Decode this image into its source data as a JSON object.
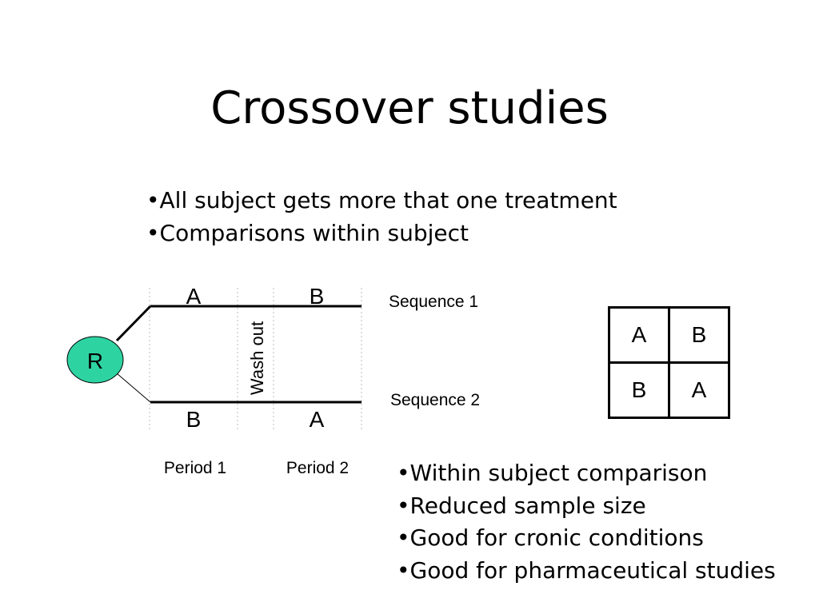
{
  "slide": {
    "title": "Crossover studies",
    "bullets_top": [
      "•All subject gets more that one treatment",
      "•Comparisons within subject"
    ],
    "bullets_bottom": [
      "•Within subject comparison",
      "•Reduced sample size",
      "•Good for cronic conditions",
      "•Good for pharmaceutical studies"
    ]
  },
  "diagram": {
    "randomization_label": "R",
    "randomization_color": "#2ed3a2",
    "sequence_1": {
      "label": "Sequence 1",
      "period_1": "A",
      "period_2": "B"
    },
    "sequence_2": {
      "label": "Sequence 2",
      "period_1": "B",
      "period_2": "A"
    },
    "washout_label": "Wash out",
    "period_labels": [
      "Period 1",
      "Period 2"
    ]
  },
  "grid": {
    "rows": [
      [
        "A",
        "B"
      ],
      [
        "B",
        "A"
      ]
    ]
  }
}
